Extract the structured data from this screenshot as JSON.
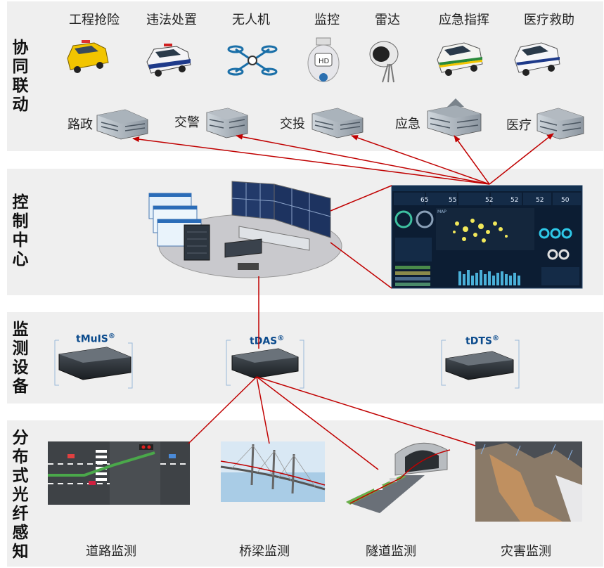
{
  "sections": {
    "linkage": "协同联动",
    "control": "控制中心",
    "devices": "监测设备",
    "sensing": "分布式光纤感知"
  },
  "vehicles": [
    "工程抢险",
    "违法处置",
    "无人机",
    "监控",
    "雷达",
    "应急指挥",
    "医疗救助"
  ],
  "departments": [
    "路政",
    "交警",
    "交投",
    "应急",
    "医疗"
  ],
  "devices": [
    "tMuIS",
    "tDAS",
    "tDTS"
  ],
  "device_mark": "®",
  "scenarios": [
    "道路监测",
    "桥梁监测",
    "隧道监测",
    "灾害监测"
  ],
  "dashboard": {
    "stats": [
      "65",
      "55",
      "52",
      "52",
      "52",
      "50"
    ],
    "map_label": "MAP"
  },
  "colors": {
    "link_line": "#c00000",
    "band_bg": "#efefef"
  }
}
